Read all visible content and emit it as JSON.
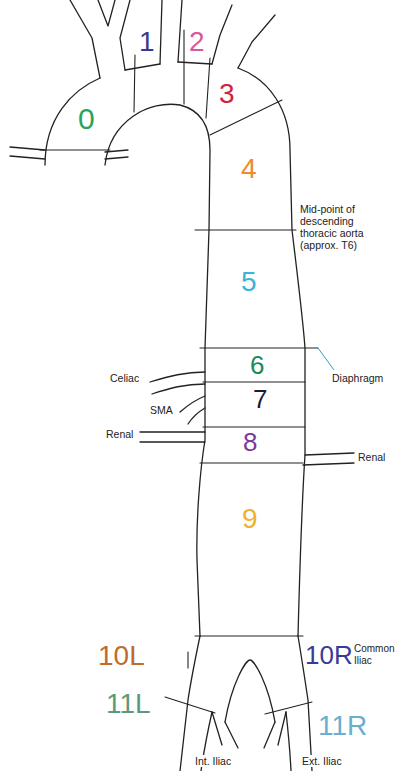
{
  "diagram": {
    "labels": [
      "0",
      "1",
      "2",
      "3",
      "4",
      "5",
      "6",
      "7",
      "8",
      "9",
      "10L",
      "10R",
      "11L",
      "11R",
      "Mid-point of descending thoracic aorta (approx. T6)",
      "Diaphragm",
      "Celiac",
      "SMA",
      "Renal",
      "Renal",
      "Common Iliac",
      "Int. Iliac",
      "Ext. Iliac"
    ]
  }
}
